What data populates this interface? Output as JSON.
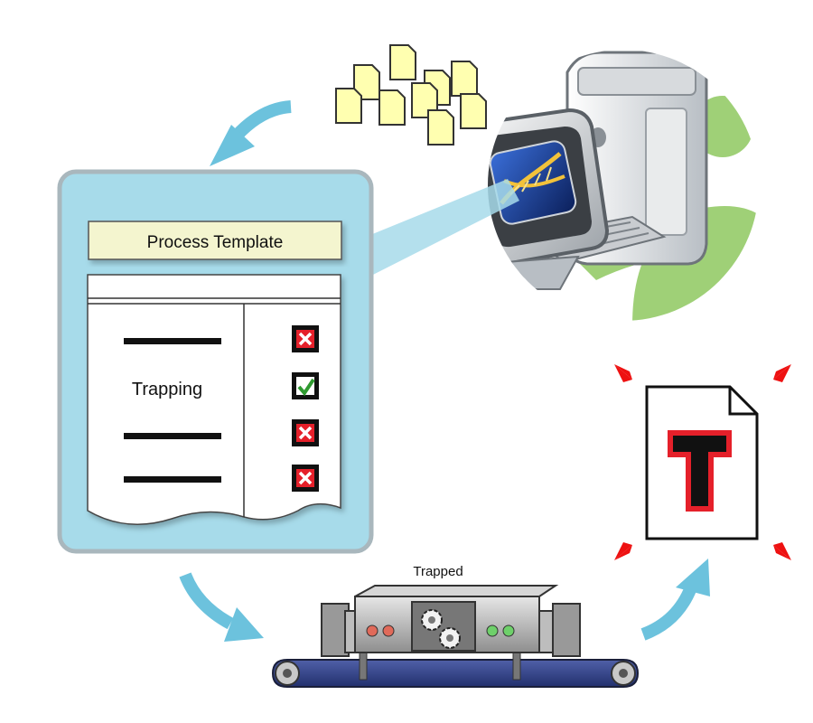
{
  "template": {
    "title": "Process Template",
    "step_label": "Trapping",
    "rows": [
      {
        "kind": "line",
        "status": "x"
      },
      {
        "kind": "text",
        "status": "check"
      },
      {
        "kind": "line",
        "status": "x"
      },
      {
        "kind": "line",
        "status": "x"
      }
    ]
  },
  "machine": {
    "label": "Trapped"
  },
  "output_doc": {
    "letter": "T"
  },
  "colors": {
    "panel_bg": "#a7dbea",
    "panel_border": "#a9b7bd",
    "arrow": "#6cc2dd",
    "title_bar": "#f4f5cf",
    "file_note": "#ffffb0",
    "person": "#9fd077",
    "x_mark": "#e5202a",
    "check_mark": "#2f9a30",
    "corner_marker": "#ee1111"
  },
  "icons": [
    "dna-app-icon",
    "computer-tower-icon",
    "file-stack-icon",
    "gear-icon",
    "conveyor-icon",
    "document-icon"
  ]
}
